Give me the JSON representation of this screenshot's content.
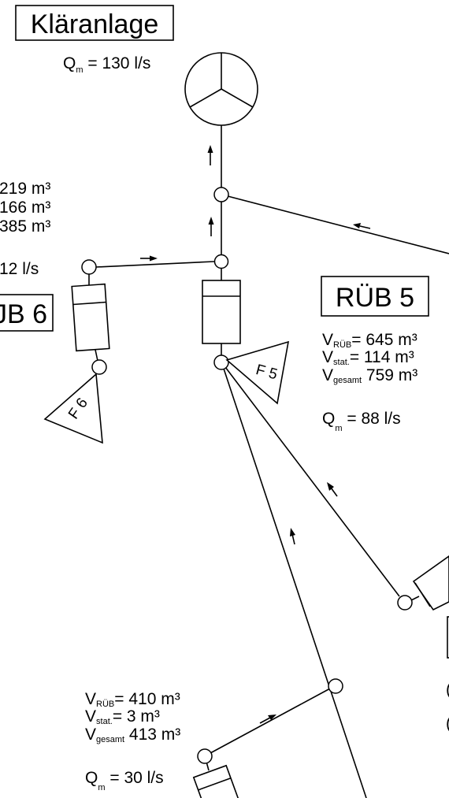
{
  "plant": {
    "title": "Kläranlage",
    "q_label": "Q",
    "q_sub": "m",
    "q_value": " = 130 l/s"
  },
  "rub6": {
    "title": "JB 6",
    "v_rub": "219 m³",
    "v_stat": "166 m³",
    "v_gesamt": "385 m³",
    "q_value": "12 l/s",
    "catchment": "F 6"
  },
  "rub5": {
    "title": "RÜB 5",
    "v_label": "V",
    "sub_rub": "RÜB",
    "sub_stat": "stat.",
    "sub_gesamt": "gesamt",
    "v_rub": "= 645 m³",
    "v_stat": "= 114 m³",
    "v_gesamt": " 759 m³",
    "q_label": "Q",
    "q_sub": "m",
    "q_value": " = 88 l/s",
    "catchment": "F 5"
  },
  "lower": {
    "v_label": "V",
    "sub_rub": "RÜB",
    "sub_stat": "stat.",
    "sub_gesamt": "gesamt",
    "v_rub": "= 410 m³",
    "v_stat": "= 3 m³",
    "v_gesamt": " 413 m³",
    "q_label": "Q",
    "q_sub": "m",
    "q_value": " = 30 l/s"
  },
  "edge_fragments": [
    "(",
    "("
  ]
}
